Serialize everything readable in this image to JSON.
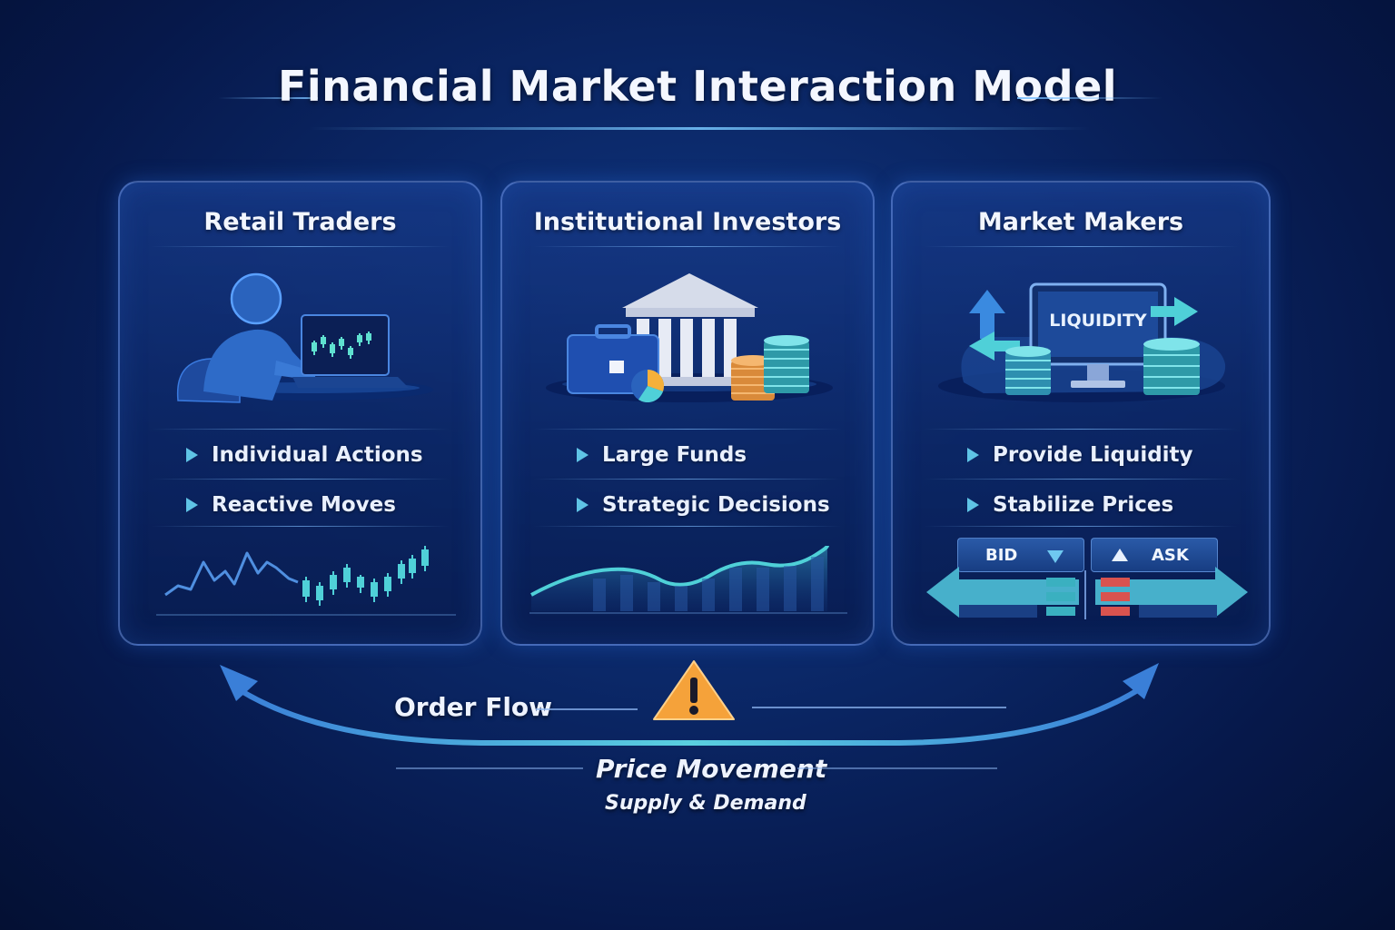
{
  "title": "Financial Market Interaction Model",
  "panels": [
    {
      "heading": "Retail Traders",
      "bullets": [
        "Individual Actions",
        "Reactive Moves"
      ]
    },
    {
      "heading": "Institutional Investors",
      "bullets": [
        "Large Funds",
        "Strategic Decisions"
      ]
    },
    {
      "heading": "Market Makers",
      "screen_label": "LIQUIDITY",
      "bullets": [
        "Provide Liquidity",
        "Stabilize Prices"
      ],
      "bid_label": "BID",
      "ask_label": "ASK"
    }
  ],
  "flow": {
    "order_flow": "Order Flow",
    "price_movement": "Price Movement",
    "supply_demand": "Supply & Demand"
  },
  "icons": {
    "trader": "trader-at-laptop-icon",
    "bank": "bank-building-icon",
    "briefcase": "briefcase-icon",
    "coins": "coin-stack-icon",
    "monitor": "monitor-icon",
    "warning": "warning-icon"
  },
  "colors": {
    "accent_teal": "#4fd0d8",
    "warning_orange": "#f5a23a",
    "ask_red": "#d9534f"
  }
}
